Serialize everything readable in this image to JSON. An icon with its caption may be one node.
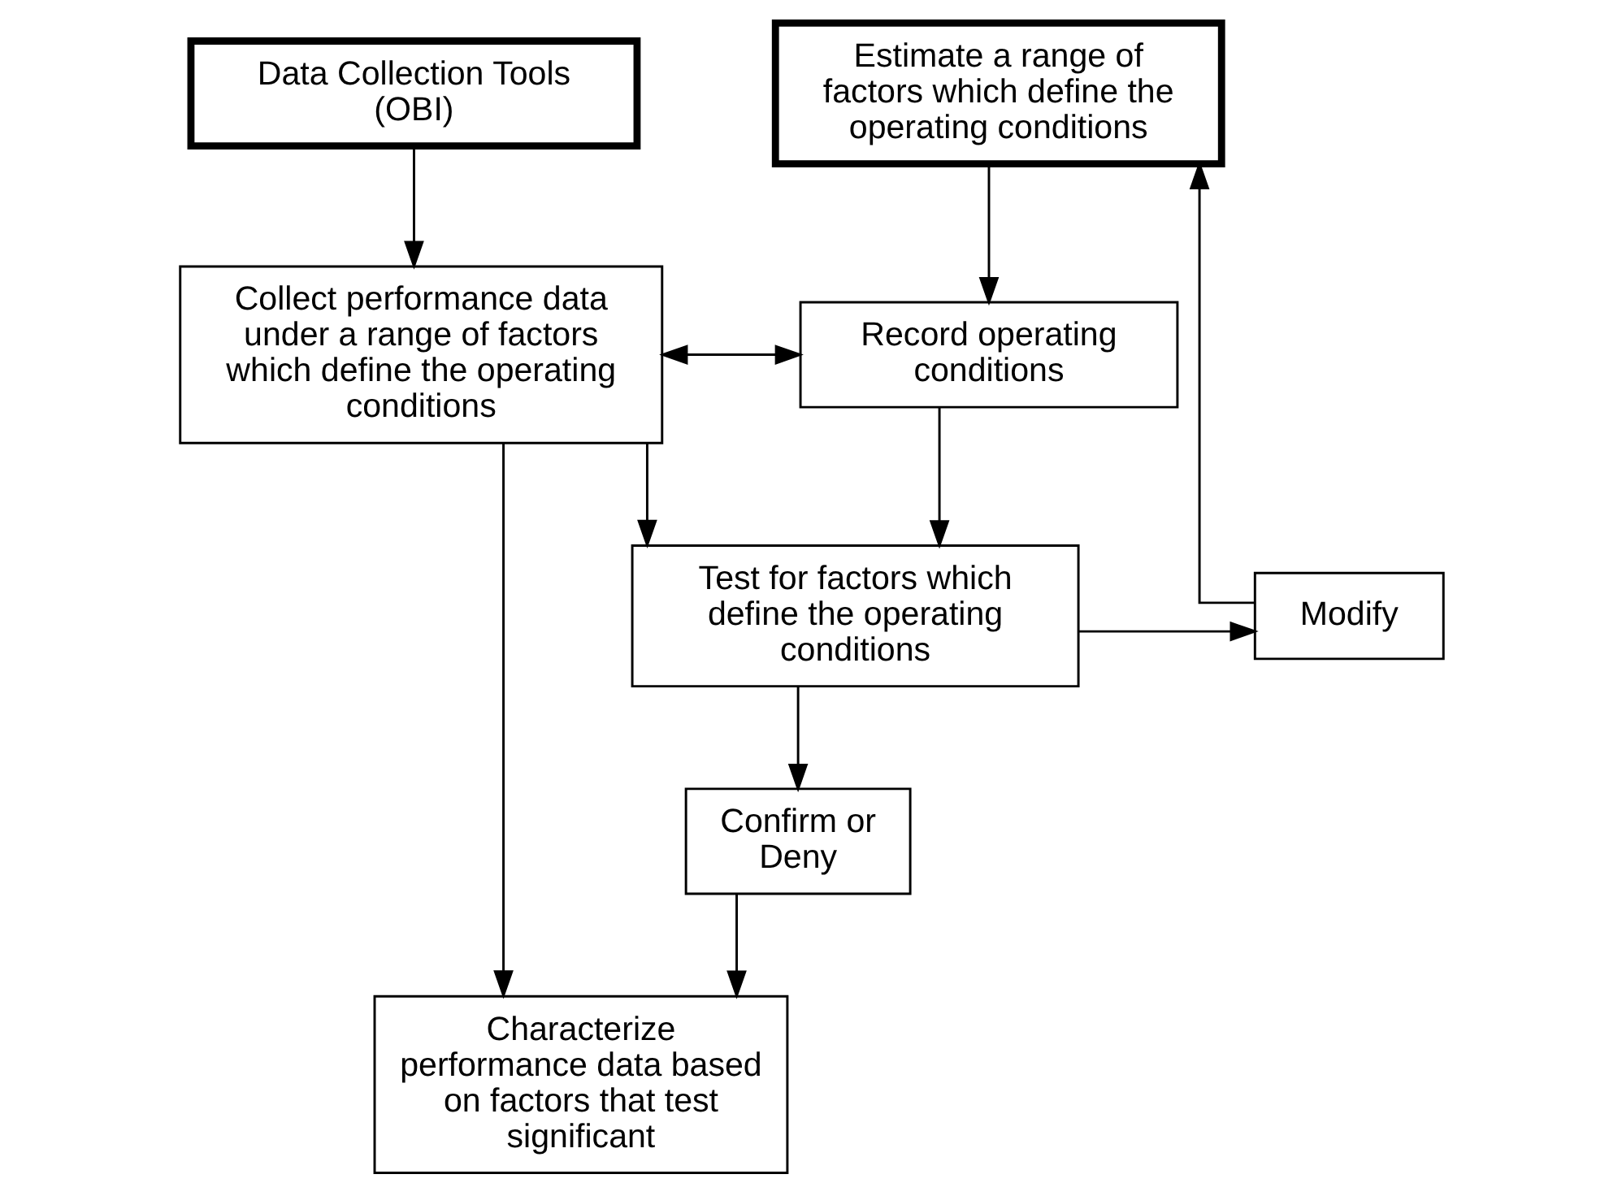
{
  "diagram": {
    "nodes": [
      {
        "text": [
          "Data Collection Tools (OBI)"
        ]
      },
      {
        "text": [
          "Estimate a range of factors which define the operating conditions"
        ]
      },
      {
        "text": [
          "Collect performance data under a range of factors which define the operating conditions"
        ]
      },
      {
        "text": [
          "Record operating conditions"
        ]
      },
      {
        "text": [
          "Modify"
        ]
      },
      {
        "text": [
          "Test for factors which define the operating conditions"
        ]
      },
      {
        "text": [
          "Confirm or Deny"
        ]
      },
      {
        "text": [
          "Characterize performance data based on factors that test significant"
        ]
      }
    ],
    "edges": [
      {
        "from": 0,
        "to": 2,
        "arrow": "to"
      },
      {
        "from": 1,
        "to": 3,
        "arrow": "to"
      },
      {
        "from": 2,
        "to": 3,
        "arrow": "both"
      },
      {
        "from": 2,
        "to": 5,
        "arrow": "to"
      },
      {
        "from": 3,
        "to": 5,
        "arrow": "to"
      },
      {
        "from": 5,
        "to": 4,
        "arrow": "to"
      },
      {
        "from": 5,
        "to": 6,
        "arrow": "to"
      },
      {
        "from": 4,
        "to": 1,
        "arrow": "to"
      },
      {
        "from": 2,
        "to": 7,
        "arrow": "to"
      },
      {
        "from": 6,
        "to": 7,
        "arrow": "to"
      }
    ]
  }
}
